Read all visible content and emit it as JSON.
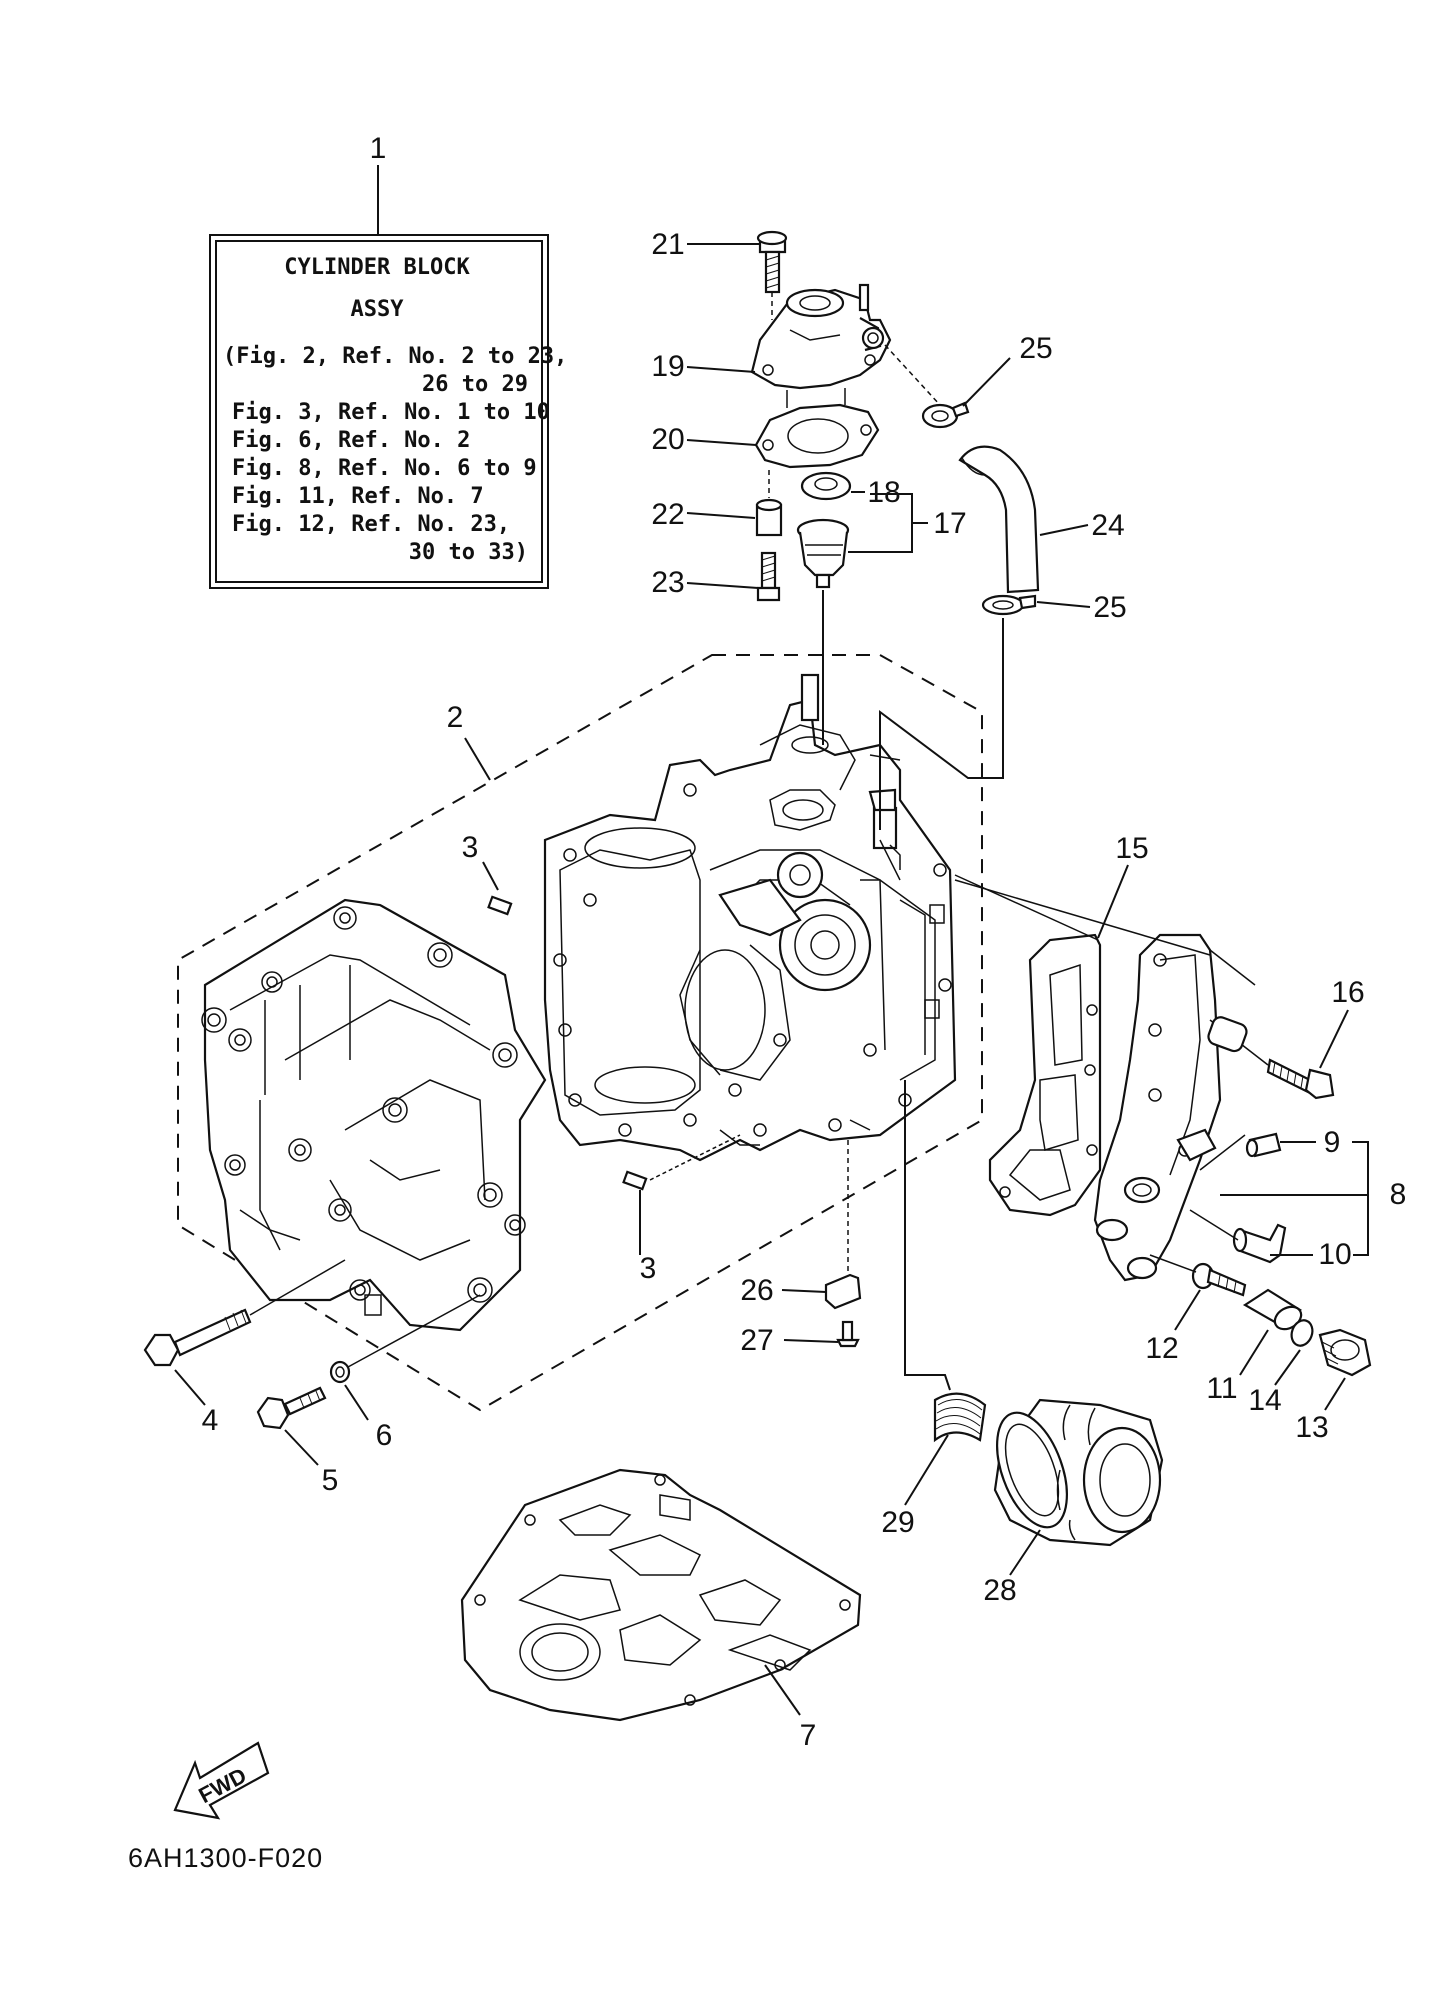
{
  "info_box": {
    "lines": [
      "CYLINDER BLOCK",
      "ASSY",
      "(Fig. 2, Ref. No. 2 to 23,",
      "26 to 29",
      "Fig. 3, Ref. No. 1 to 10",
      "Fig. 6, Ref. No. 2",
      "Fig. 8, Ref. No. 6 to 9",
      "Fig. 11, Ref. No. 7",
      "Fig. 12, Ref. No. 23,",
      "30 to 33)"
    ]
  },
  "callouts": {
    "c1": "1",
    "c2": "2",
    "c3a": "3",
    "c3b": "3",
    "c4": "4",
    "c5": "5",
    "c6": "6",
    "c7": "7",
    "c8": "8",
    "c9": "9",
    "c10": "10",
    "c11": "11",
    "c12": "12",
    "c13": "13",
    "c14": "14",
    "c15": "15",
    "c16": "16",
    "c17": "17",
    "c18": "18",
    "c19": "19",
    "c20": "20",
    "c21": "21",
    "c22": "22",
    "c23": "23",
    "c24": "24",
    "c25a": "25",
    "c25b": "25",
    "c26": "26",
    "c27": "27",
    "c28": "28",
    "c29": "29"
  },
  "fwd_label": "FWD",
  "figure_code": "6AH1300-F020"
}
